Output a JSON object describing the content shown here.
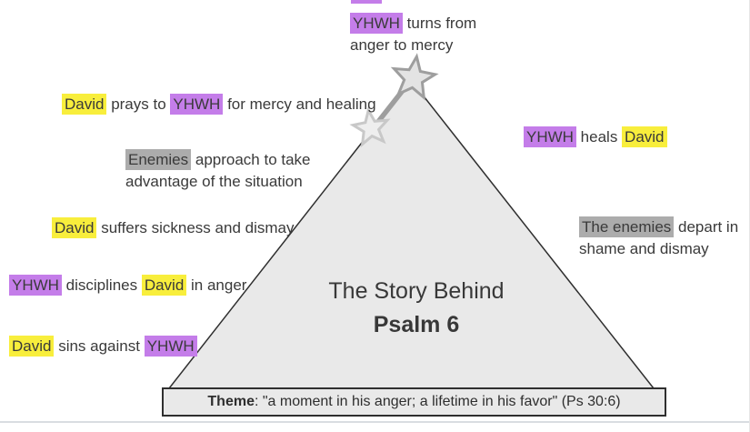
{
  "colors": {
    "hl_purple": "#c47de9",
    "hl_yellow": "#f8ee3c",
    "hl_gray": "#acacac",
    "text": "#3a3a3a",
    "shape_fill": "#e9e9e9",
    "shape_stroke": "#2f2f2f",
    "star_stroke": "#9e9e9e",
    "divider": "#d9dde1"
  },
  "icons": [
    "star-icon-large",
    "star-icon-small"
  ],
  "labels": [
    {
      "key": "yhwh-turns",
      "lines": [
        [
          {
            "t": "YHWH",
            "hl": "purple"
          },
          {
            "t": " turns from"
          }
        ],
        [
          {
            "t": "anger to mercy"
          }
        ]
      ]
    },
    {
      "key": "david-prays",
      "lines": [
        [
          {
            "t": "David",
            "hl": "yellow"
          },
          {
            "t": " prays to "
          },
          {
            "t": "YHWH",
            "hl": "purple"
          },
          {
            "t": " for mercy and healing"
          }
        ]
      ]
    },
    {
      "key": "enemies-approach",
      "lines": [
        [
          {
            "t": "Enemies",
            "hl": "gray"
          },
          {
            "t": " approach to take"
          }
        ],
        [
          {
            "t": "advantage of the situation"
          }
        ]
      ]
    },
    {
      "key": "david-suffers",
      "lines": [
        [
          {
            "t": "David",
            "hl": "yellow"
          },
          {
            "t": " suffers sickness and dismay"
          }
        ]
      ]
    },
    {
      "key": "yhwh-disciplines",
      "lines": [
        [
          {
            "t": "YHWH",
            "hl": "purple"
          },
          {
            "t": " disciplines "
          },
          {
            "t": "David",
            "hl": "yellow"
          },
          {
            "t": " in anger"
          }
        ]
      ]
    },
    {
      "key": "david-sins",
      "lines": [
        [
          {
            "t": "David",
            "hl": "yellow"
          },
          {
            "t": " sins against "
          },
          {
            "t": "YHWH",
            "hl": "purple"
          }
        ]
      ]
    },
    {
      "key": "yhwh-heals",
      "lines": [
        [
          {
            "t": "YHWH",
            "hl": "purple"
          },
          {
            "t": " heals "
          },
          {
            "t": "David",
            "hl": "yellow"
          }
        ]
      ]
    },
    {
      "key": "enemies-depart",
      "lines": [
        [
          {
            "t": "The enemies",
            "hl": "gray"
          },
          {
            "t": " depart in"
          }
        ],
        [
          {
            "t": "shame and dismay"
          }
        ]
      ]
    }
  ],
  "title": {
    "line1": "The Story Behind",
    "line2": "Psalm 6"
  },
  "theme": {
    "label": "Theme",
    "rest": ": \"a moment in his anger; a lifetime in his favor\" (Ps 30:6)"
  }
}
